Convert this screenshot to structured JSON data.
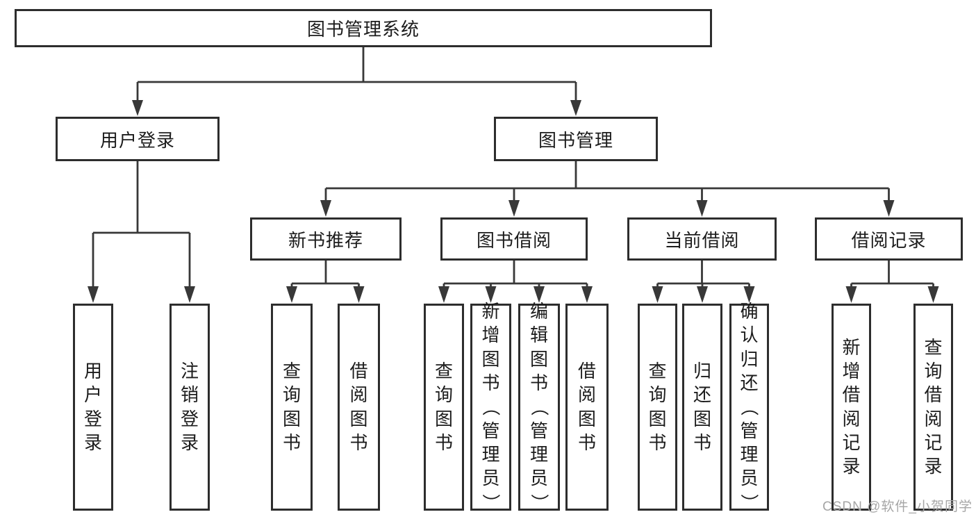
{
  "diagram": {
    "title": "图书管理系统",
    "type": "tree",
    "watermark": "CSDN @软件_小贺同学",
    "colors": {
      "background": "#ffffff",
      "box_border": "#2d2d2d",
      "line": "#383838",
      "text": "#1c1c1c",
      "watermark": "#a6a6a6"
    }
  },
  "tree": {
    "root": {
      "label": "图书管理系统",
      "children": [
        {
          "label": "用户登录",
          "children": [
            {
              "label": "用户登录"
            },
            {
              "label": "注销登录"
            }
          ]
        },
        {
          "label": "图书管理",
          "children": [
            {
              "label": "新书推荐",
              "children": [
                {
                  "label": "查询图书"
                },
                {
                  "label": "借阅图书"
                }
              ]
            },
            {
              "label": "图书借阅",
              "children": [
                {
                  "label": "查询图书"
                },
                {
                  "label": "新增图书（管理员）"
                },
                {
                  "label": "编辑图书（管理员）"
                },
                {
                  "label": "借阅图书"
                }
              ]
            },
            {
              "label": "当前借阅",
              "children": [
                {
                  "label": "查询图书"
                },
                {
                  "label": "归还图书"
                },
                {
                  "label": "确认归还（管理员）"
                }
              ]
            },
            {
              "label": "借阅记录",
              "children": [
                {
                  "label": "新增借阅记录"
                },
                {
                  "label": "查询借阅记录"
                }
              ]
            }
          ]
        }
      ]
    }
  }
}
